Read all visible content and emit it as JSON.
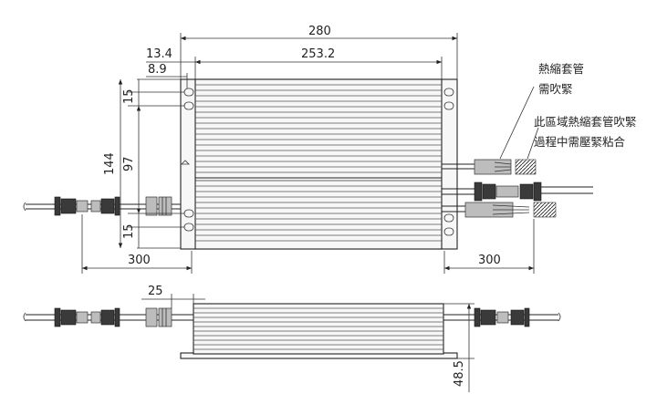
{
  "dimensions": {
    "overall_length": "280",
    "body_length": "253.2",
    "flange_offset": "13.4",
    "slot_offset": "8.9",
    "height_overall": "144",
    "hole_pitch": "97",
    "edge_top": "15",
    "edge_bottom": "15",
    "cable_left": "300",
    "cable_right": "300",
    "side_offset": "25",
    "thickness": "48.5"
  },
  "notes": {
    "heat_shrink_line1": "熱縮套管",
    "heat_shrink_line2": "需吹緊",
    "area_note_line1": "此區域熱縮套管吹緊",
    "area_note_line2": "過程中需壓緊粘合"
  },
  "colors": {
    "line": "#222222",
    "fill": "#f7f7f7",
    "connector": "#3a3a3a"
  }
}
